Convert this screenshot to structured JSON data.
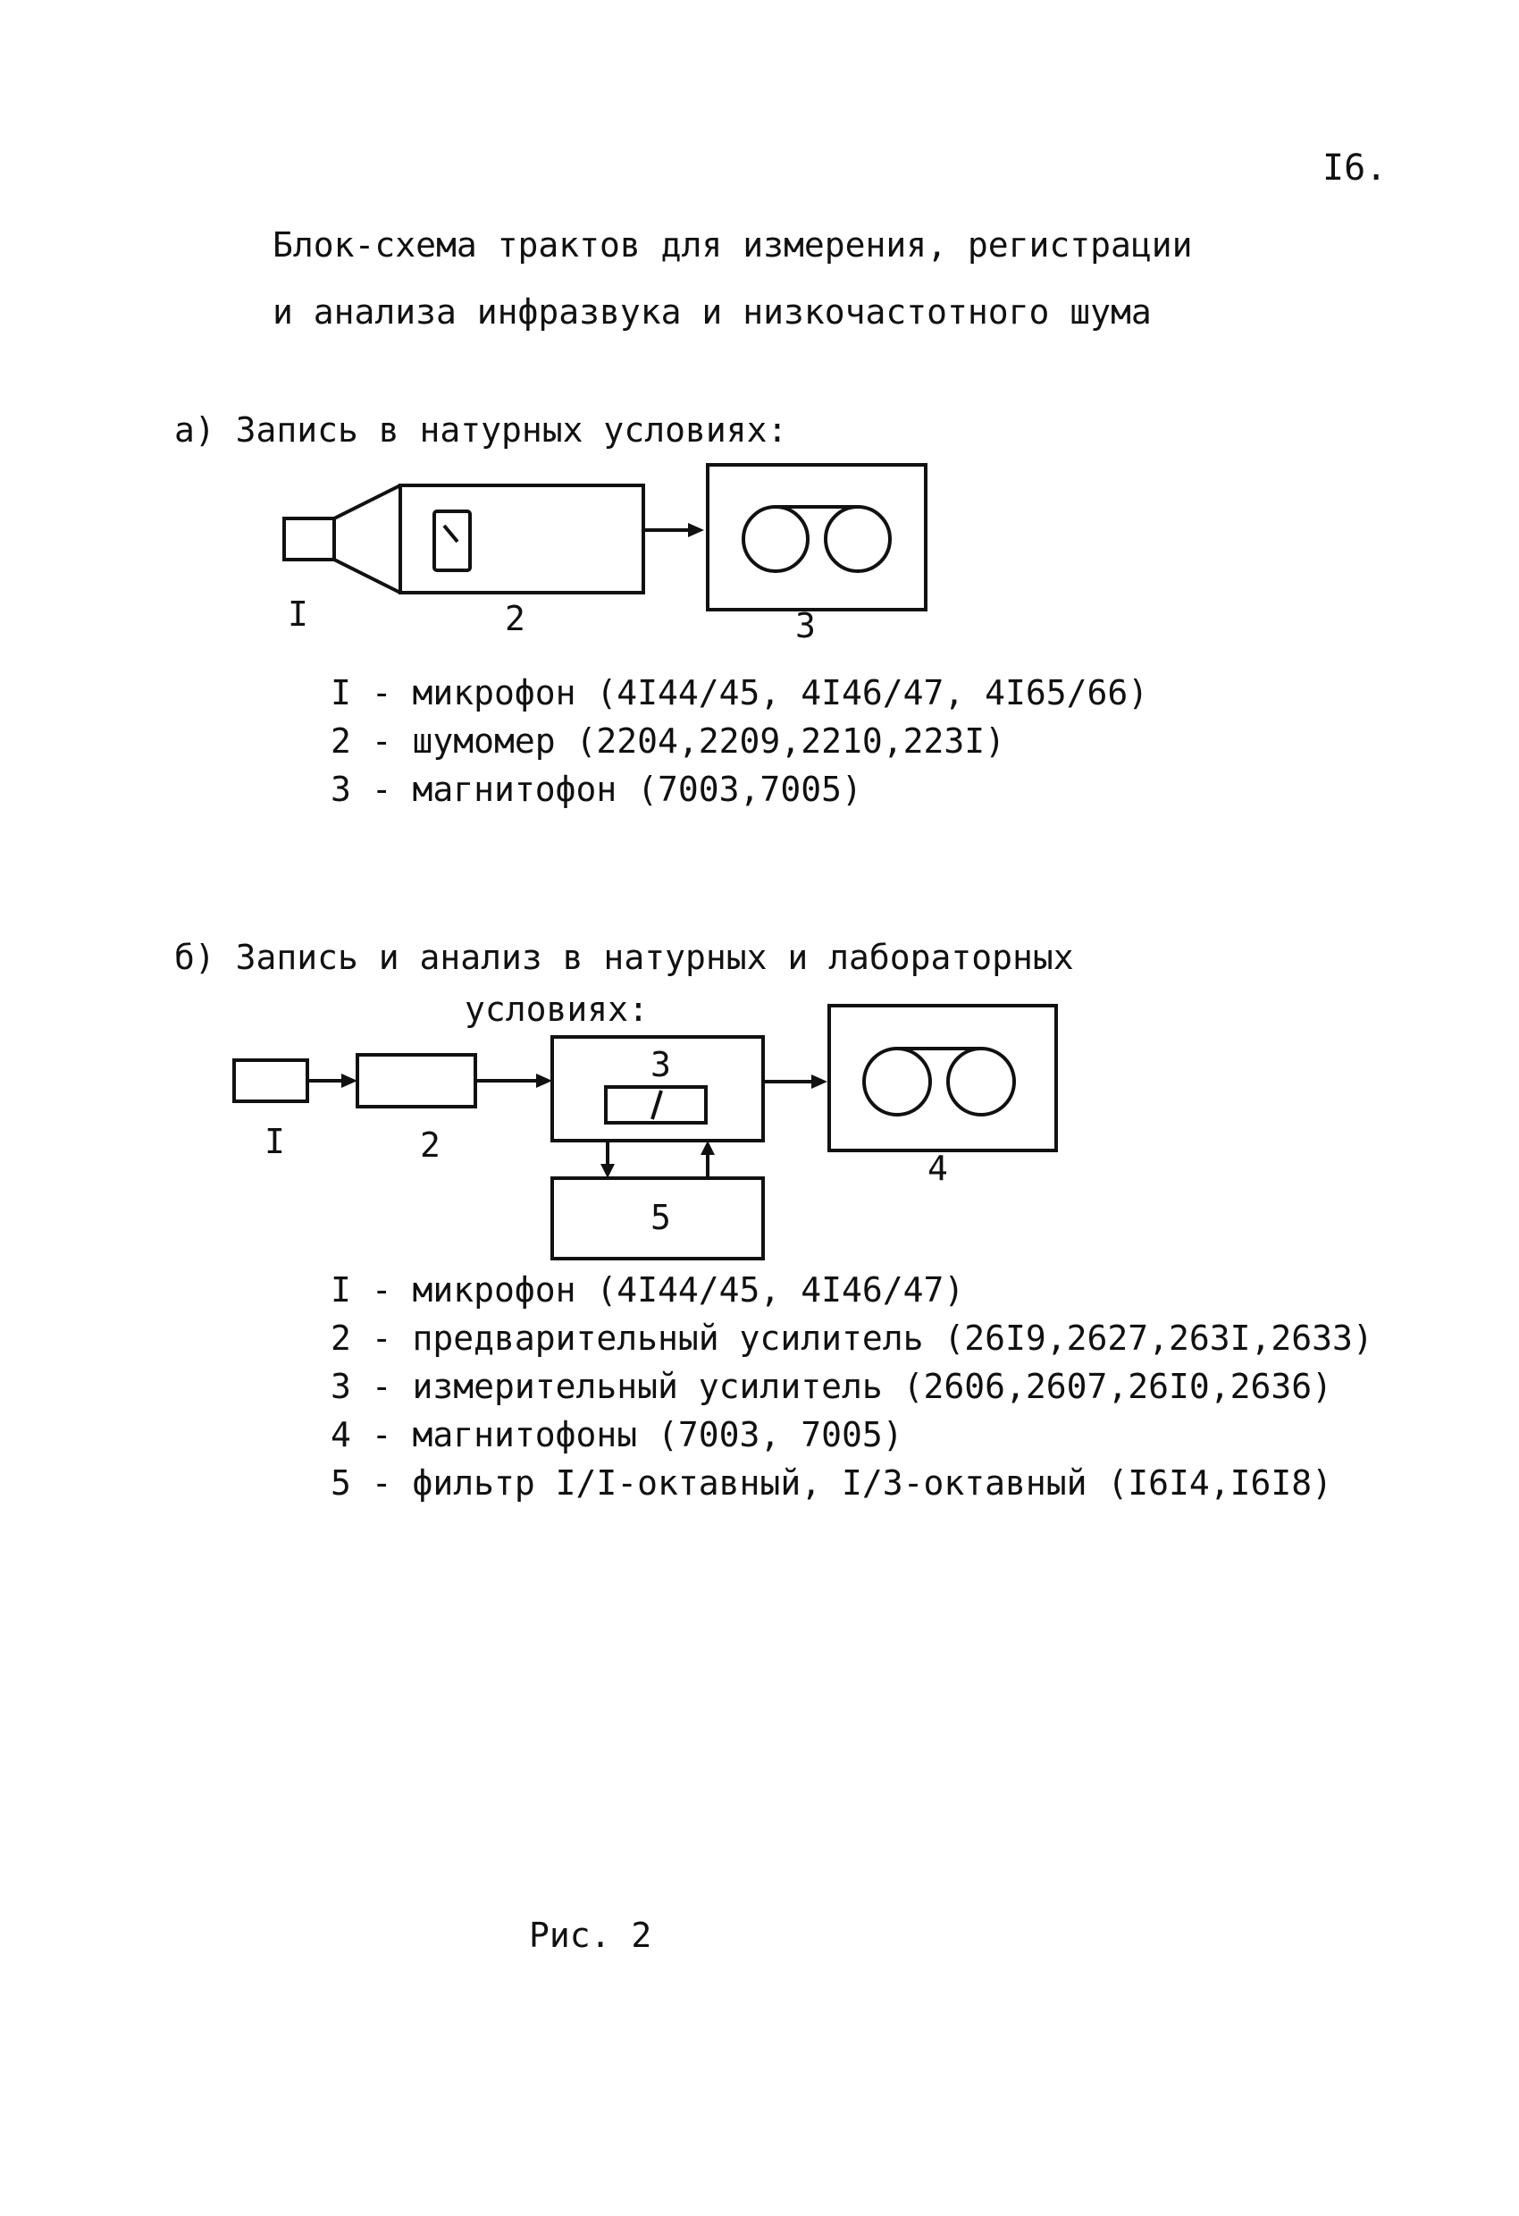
{
  "page_number": "I6.",
  "title": {
    "line1": "Блок-схема трактов для измерения, регистрации",
    "line2": "и анализа инфразвука и низкочастотного шума"
  },
  "section_a": {
    "heading": "а) Запись в натурных условиях:",
    "block_labels": [
      "I",
      "2",
      "3"
    ],
    "legend": [
      "I - микрофон (4I44/45, 4I46/47, 4I65/66)",
      "2 - шумомер (2204,2209,2210,223I)",
      "3 - магнитофон (7003,7005)"
    ]
  },
  "section_b": {
    "heading_line1": "б) Запись и анализ в натурных и лабораторных",
    "heading_line2": "условиях:",
    "block_labels": [
      "I",
      "2",
      "3",
      "4",
      "5"
    ],
    "legend": [
      "I - микрофон (4I44/45, 4I46/47)",
      "2 - предварительный усилитель (26I9,2627,263I,2633)",
      "3 - измерительный усилитель (2606,2607,26I0,2636)",
      "4 - магнитофоны (7003, 7005)",
      "5 - фильтр I/I-октавный, I/3-октавный (I6I4,I6I8)"
    ]
  },
  "caption": "Рис. 2"
}
